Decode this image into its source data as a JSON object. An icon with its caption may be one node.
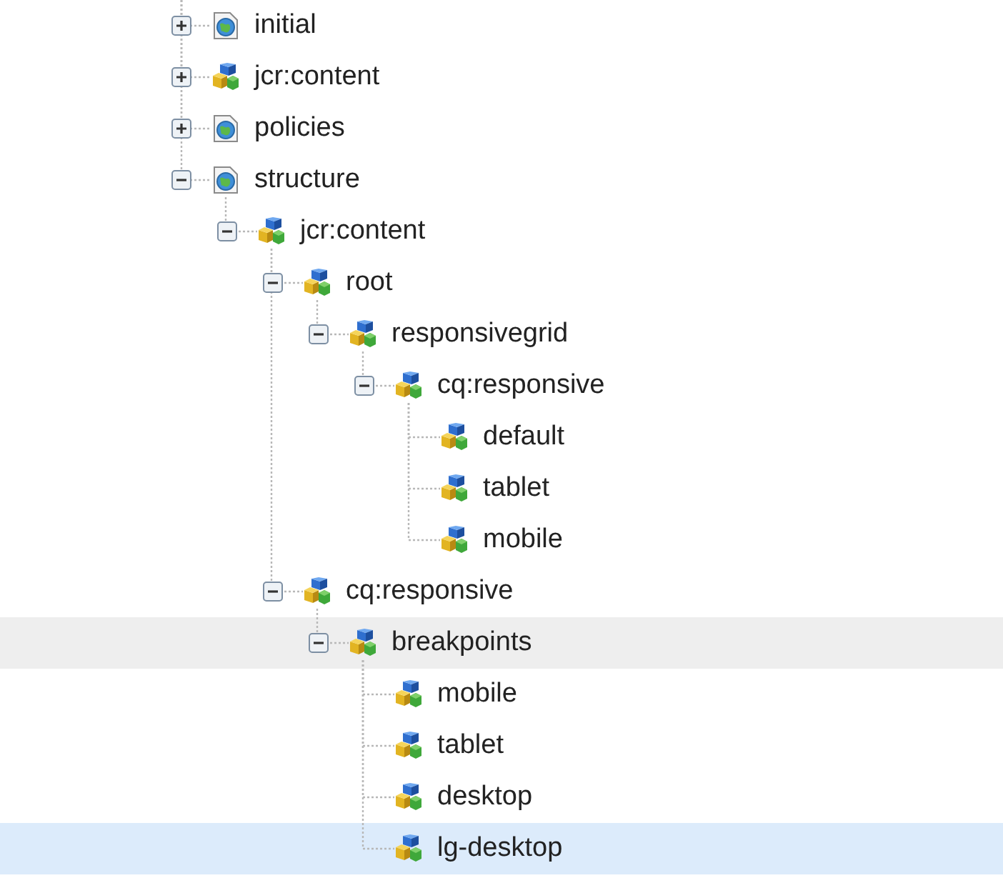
{
  "diagram": {
    "nodes": [
      {
        "text": [
          "initial"
        ]
      },
      {
        "text": [
          "jcr:content"
        ]
      },
      {
        "text": [
          "policies"
        ]
      },
      {
        "text": [
          "structure"
        ]
      },
      {
        "text": [
          "jcr:content"
        ]
      },
      {
        "text": [
          "root"
        ]
      },
      {
        "text": [
          "responsivegrid"
        ]
      },
      {
        "text": [
          "cq:responsive"
        ]
      },
      {
        "text": [
          "default"
        ]
      },
      {
        "text": [
          "tablet"
        ]
      },
      {
        "text": [
          "mobile"
        ]
      },
      {
        "text": [
          "cq:responsive"
        ]
      },
      {
        "text": [
          "breakpoints"
        ]
      },
      {
        "text": [
          "mobile"
        ]
      },
      {
        "text": [
          "tablet"
        ]
      },
      {
        "text": [
          "desktop"
        ]
      },
      {
        "text": [
          "lg-desktop"
        ]
      }
    ],
    "edges": [
      {
        "from": null,
        "to": 0,
        "arrow": "none"
      },
      {
        "from": null,
        "to": 1,
        "arrow": "none"
      },
      {
        "from": null,
        "to": 2,
        "arrow": "none"
      },
      {
        "from": null,
        "to": 3,
        "arrow": "none"
      },
      {
        "from": 3,
        "to": 4,
        "arrow": "none"
      },
      {
        "from": 4,
        "to": 5,
        "arrow": "none"
      },
      {
        "from": 5,
        "to": 6,
        "arrow": "none"
      },
      {
        "from": 6,
        "to": 7,
        "arrow": "none"
      },
      {
        "from": 7,
        "to": 8,
        "arrow": "none"
      },
      {
        "from": 7,
        "to": 9,
        "arrow": "none"
      },
      {
        "from": 7,
        "to": 10,
        "arrow": "none"
      },
      {
        "from": 4,
        "to": 11,
        "arrow": "none"
      },
      {
        "from": 11,
        "to": 12,
        "arrow": "none"
      },
      {
        "from": 12,
        "to": 13,
        "arrow": "none"
      },
      {
        "from": 12,
        "to": 14,
        "arrow": "none"
      },
      {
        "from": 12,
        "to": 15,
        "arrow": "none"
      },
      {
        "from": 12,
        "to": 16,
        "arrow": "none"
      }
    ]
  }
}
